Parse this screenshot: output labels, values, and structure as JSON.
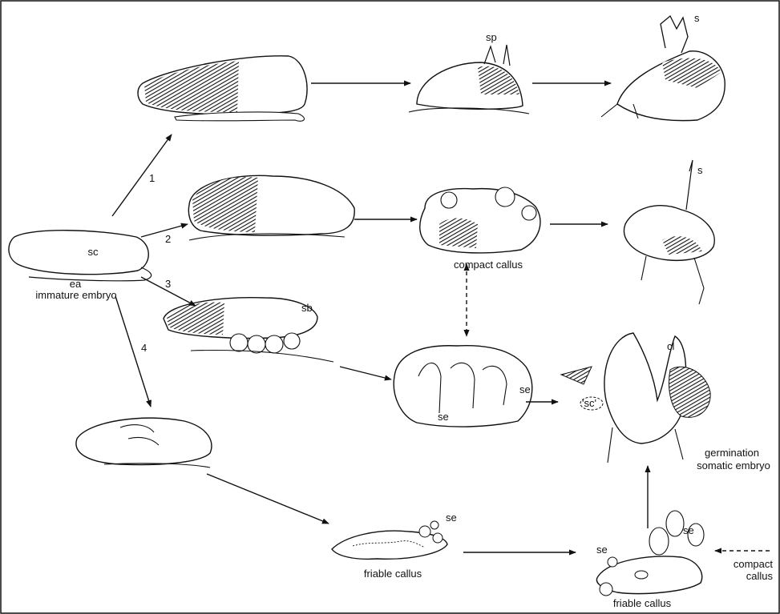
{
  "labels": {
    "sc": "sc",
    "ea": "ea",
    "immature_embryo": "immature embryo",
    "sp": "sp",
    "s_top": "s",
    "s_mid": "s",
    "sb": "sb",
    "compact_callus_mid": "compact callus",
    "se_pathway_center": "se",
    "se_arrow": "se",
    "sc_quoted": "'sc'",
    "cl": "cl",
    "germination": "germination",
    "somatic_embryo": "somatic embryo",
    "se_friable": "se",
    "friable_callus_mid": "friable callus",
    "se_bottom_left": "se",
    "se_bottom_right": "se",
    "compact_bottom": "compact",
    "callus_bottom": "callus",
    "friable_callus_bottom": "friable callus"
  },
  "pathway_numbers": [
    "1",
    "2",
    "3",
    "4"
  ],
  "colors": {
    "ink": "#111111",
    "background": "#ffffff"
  }
}
